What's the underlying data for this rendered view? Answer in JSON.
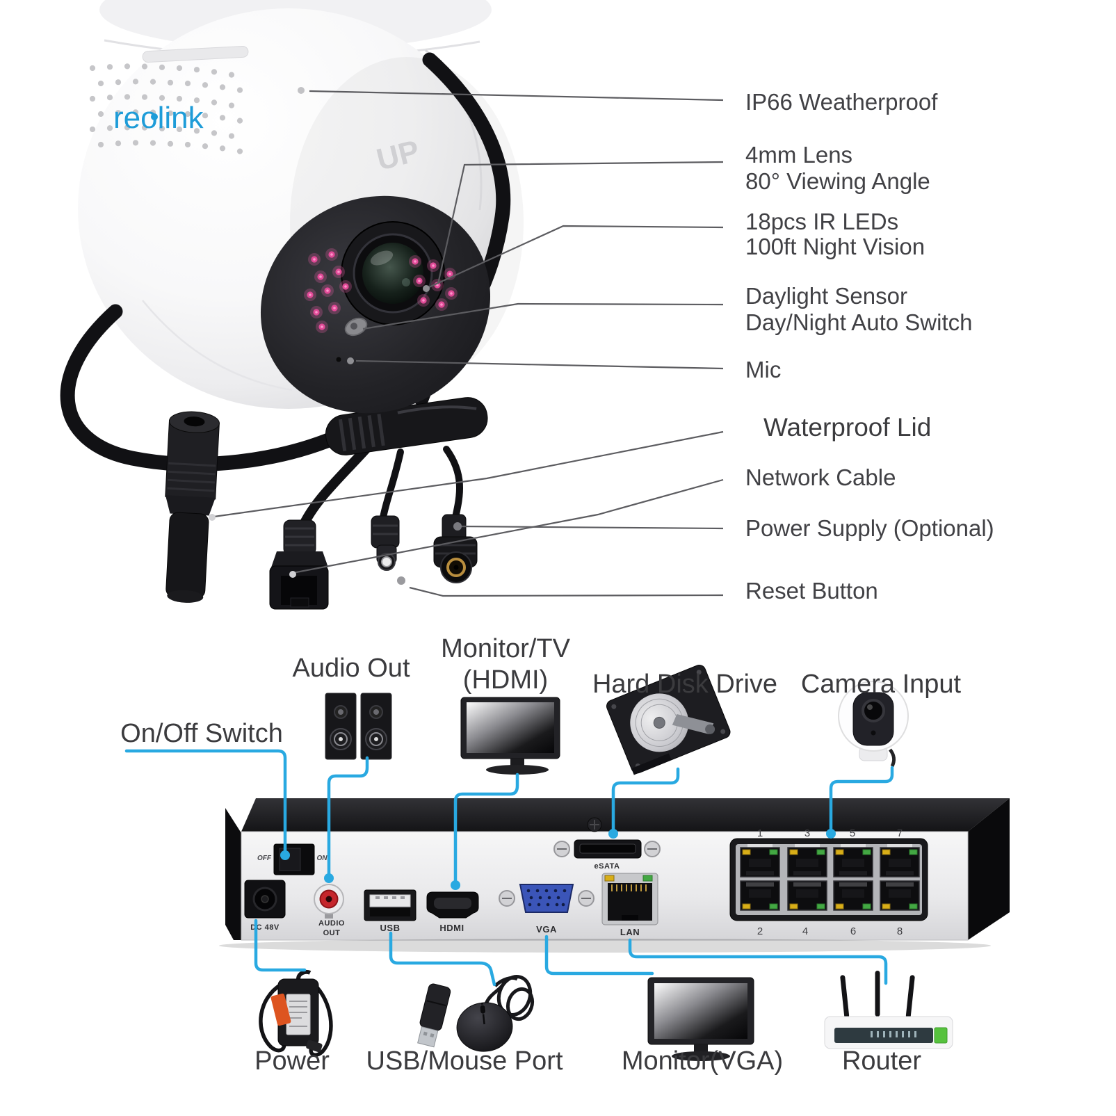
{
  "colors": {
    "accent_blue": "#29a9e1",
    "brand_blue": "#1e9cd8",
    "label_gray": "#414145",
    "callout_line_gray": "#5c5c60",
    "ir_led_pink": "#e14a97",
    "led_yellow": "#d8ae18",
    "led_green": "#43a843",
    "vga_blue": "#3b55b8",
    "rca_red": "#c5262c",
    "router_led_green": "#56c23d"
  },
  "camera": {
    "brand": "reolink",
    "orientation_marking": "UP"
  },
  "camera_callouts": [
    {
      "id": "weatherproof",
      "lines": [
        "IP66 Weatherproof"
      ]
    },
    {
      "id": "lens",
      "lines": [
        "4mm Lens",
        "80° Viewing Angle"
      ]
    },
    {
      "id": "ir-leds",
      "lines": [
        "18pcs IR LEDs",
        "100ft Night Vision"
      ]
    },
    {
      "id": "daylight-sensor",
      "lines": [
        "Daylight Sensor",
        "Day/Night Auto Switch"
      ]
    },
    {
      "id": "mic",
      "lines": [
        "Mic"
      ]
    },
    {
      "id": "waterproof-lid",
      "lines": [
        "Waterproof Lid"
      ]
    },
    {
      "id": "network-cable",
      "lines": [
        "Network Cable"
      ]
    },
    {
      "id": "power-supply",
      "lines": [
        "Power Supply (Optional)"
      ]
    },
    {
      "id": "reset-button",
      "lines": [
        "Reset Button"
      ]
    }
  ],
  "connections": {
    "on_off": "On/Off Switch",
    "audio_out": "Audio Out",
    "monitor_tv_1": "Monitor/TV",
    "monitor_tv_2": "(HDMI)",
    "hdd": "Hard Disk Drive",
    "camera_input": "Camera Input",
    "power": "Power",
    "usb_mouse": "USB/Mouse Port",
    "monitor_vga": "Monitor(VGA)",
    "router": "Router"
  },
  "nvr_panel": {
    "switch_off": "OFF",
    "switch_on": "ON",
    "dc_label": "DC 48V",
    "audio_label_1": "AUDIO",
    "audio_label_2": "OUT",
    "usb_label": "USB",
    "hdmi_label": "HDMI",
    "vga_label": "VGA",
    "lan_label": "LAN",
    "esata_label": "eSATA",
    "port_numbers_top": [
      "1",
      "3",
      "5",
      "7"
    ],
    "port_numbers_bottom": [
      "2",
      "4",
      "6",
      "8"
    ]
  },
  "icons": [
    "speaker-icon",
    "monitor-hdmi-icon",
    "hard-disk-icon",
    "camera-icon",
    "power-adapter-icon",
    "usb-stick-icon",
    "mouse-icon",
    "monitor-vga-icon",
    "router-icon"
  ]
}
